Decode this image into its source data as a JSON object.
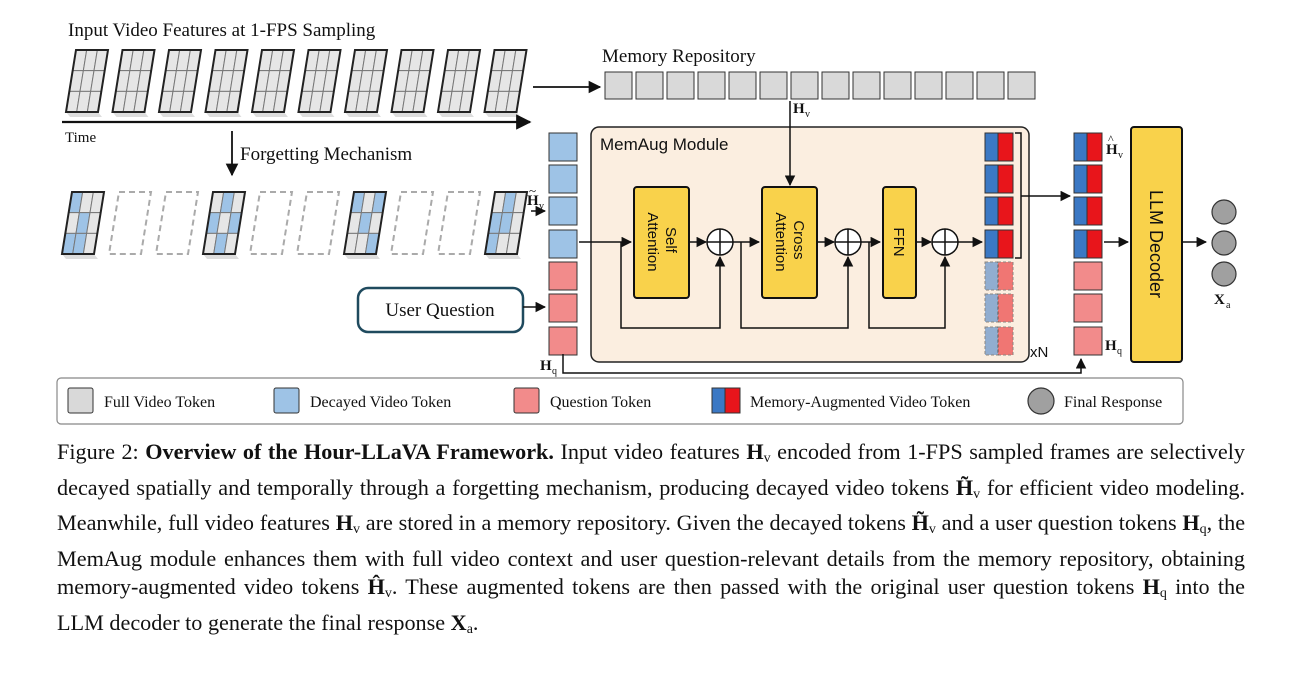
{
  "diagram": {
    "input_label": "Input Video Features at 1-FPS Sampling",
    "time_label": "Time",
    "forgetting_label": "Forgetting Mechanism",
    "memory_label": "Memory Repository",
    "module_label": "MemAug Module",
    "self_attention": [
      "Self",
      "Attention"
    ],
    "cross_attention": [
      "Cross",
      "Attention"
    ],
    "ffn_label": "FFN",
    "repeat_label": "xN",
    "user_question": "User Question",
    "llm_decoder": "LLM Decoder",
    "sym_H": "H",
    "sub_v": "v",
    "sub_q": "q",
    "sub_a": "a",
    "sym_X": "X",
    "colors": {
      "gray": "#d9d9d9",
      "blue": "#9ec3e6",
      "pink": "#f28b8b",
      "red": "#e8151b",
      "darkblue": "#3b78c4",
      "yellow": "#f9d24b",
      "panel": "#fbeee0",
      "circle": "#a0a0a0"
    }
  },
  "legend": {
    "full": "Full Video Token",
    "decayed": "Decayed Video Token",
    "question": "Question Token",
    "memaug": "Memory-Augmented Video Token",
    "response": "Final Response"
  },
  "caption": {
    "figure_label": "Figure 2:",
    "bold_title": "Overview of the Hour-LLaVA Framework.",
    "s1": "Input video features",
    "s2": "encoded from 1-FPS sampled frames are selectively decayed spatially and temporally through a forgetting mechanism, producing decayed video tokens",
    "s3": "for efficient video modeling. Meanwhile, full video features",
    "s4": "are stored in a memory repository. Given the decayed tokens",
    "s5": "and a user question tokens",
    "s6": ", the MemAug module enhances them with full video context and user question-relevant details from the memory repository, obtaining memory-augmented video tokens",
    "s7": ". These augmented tokens are then passed with the original user question tokens",
    "s8": "into the LLM decoder to generate the final response",
    "s9": "."
  }
}
